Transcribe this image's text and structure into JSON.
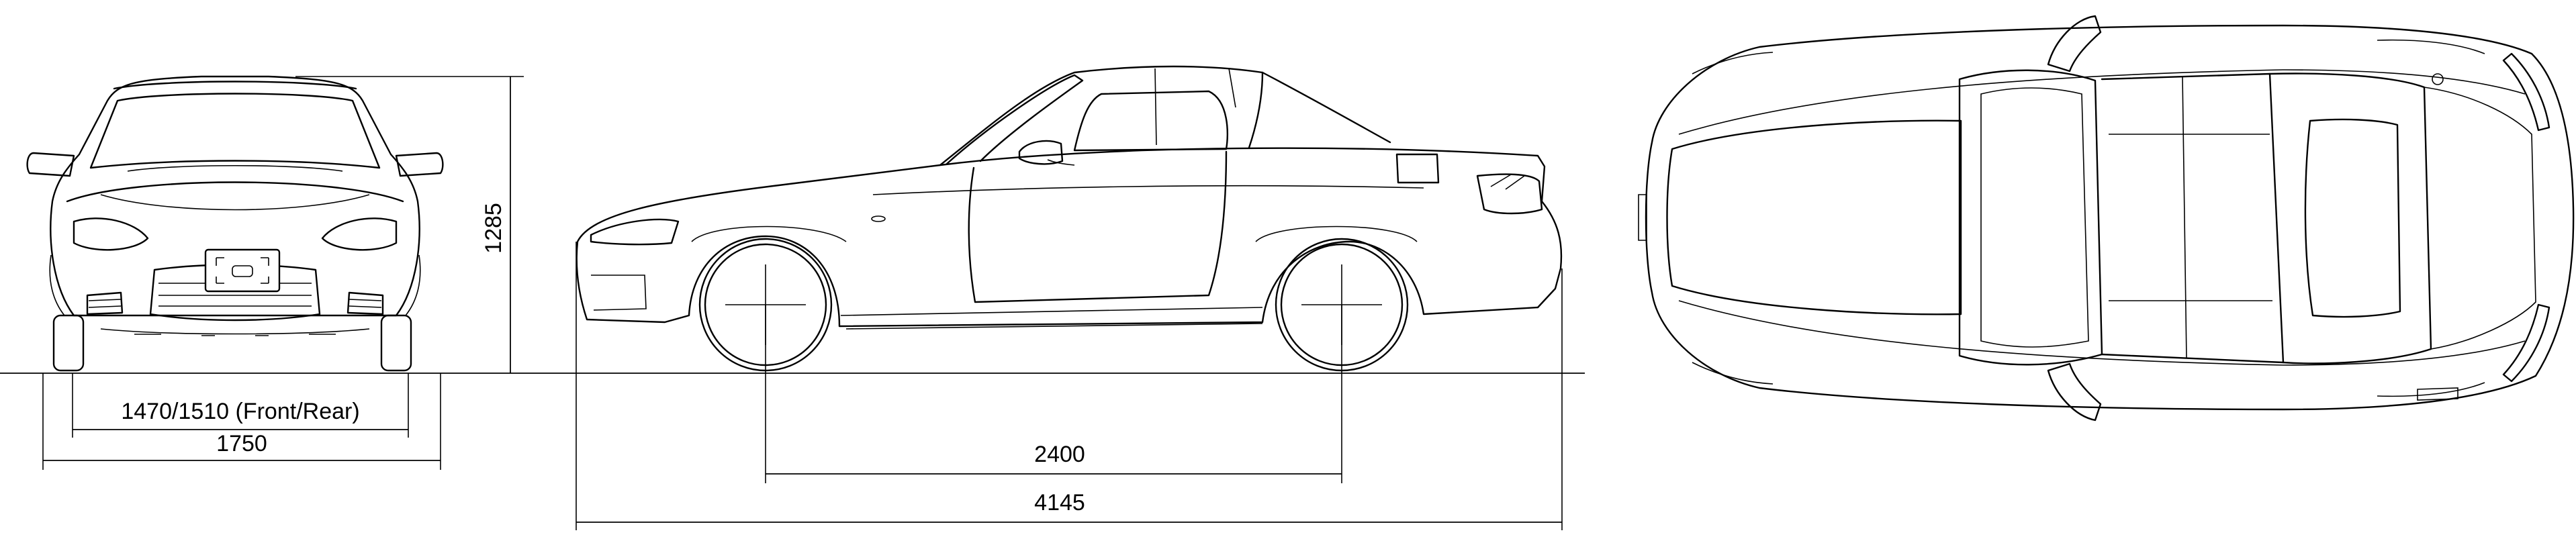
{
  "dimensions": {
    "front_rear_track": "1470/1510 (Front/Rear)",
    "overall_width": "1750",
    "overall_height": "1285",
    "wheelbase": "2400",
    "overall_length": "4145"
  },
  "colors": {
    "line": "#000000",
    "background": "#ffffff"
  }
}
